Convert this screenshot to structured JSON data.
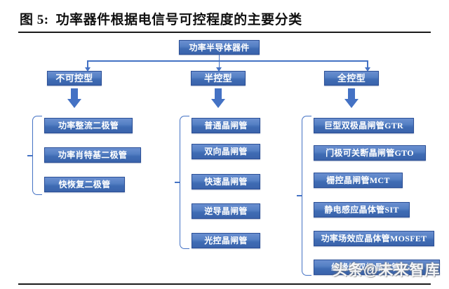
{
  "figure": {
    "number_label": "图 5:",
    "title": "功率器件根据电信号可控程度的主要分类"
  },
  "diagram": {
    "type": "tree",
    "root": {
      "label": "功率半导体器件"
    },
    "categories": [
      {
        "label": "不可控型"
      },
      {
        "label": "半控型"
      },
      {
        "label": "全控型"
      }
    ],
    "groups": [
      {
        "category": "不可控型",
        "items": [
          {
            "label": "功率整流二极管"
          },
          {
            "label": "功率肖特基二极管"
          },
          {
            "label": "快恢复二极管"
          }
        ]
      },
      {
        "category": "半控型",
        "items": [
          {
            "label": "普通晶闸管"
          },
          {
            "label": "双向晶闸管"
          },
          {
            "label": "快速晶闸管"
          },
          {
            "label": "逆导晶闸管"
          },
          {
            "label": "光控晶闸管"
          }
        ]
      },
      {
        "category": "全控型",
        "items": [
          {
            "label": "巨型双极晶闸管GTR"
          },
          {
            "label": "门极可关断晶闸管GTO"
          },
          {
            "label": "栅控晶闸管MCT"
          },
          {
            "label": "静电感应晶体管SIT"
          },
          {
            "label": "功率场效应晶体管MOSFET"
          },
          {
            "label": "绝缘栅双极晶体管IGBT"
          }
        ]
      }
    ]
  },
  "watermark": {
    "text": "头条@未来智库"
  },
  "colors": {
    "node_fill_top": "#6a8fd0",
    "node_fill_bottom": "#3a63ab",
    "node_border": "#2b4f96",
    "connector": "#4472c4",
    "rule": "#1b1b1b",
    "node_text": "#ffffff",
    "title_text": "#101010"
  }
}
